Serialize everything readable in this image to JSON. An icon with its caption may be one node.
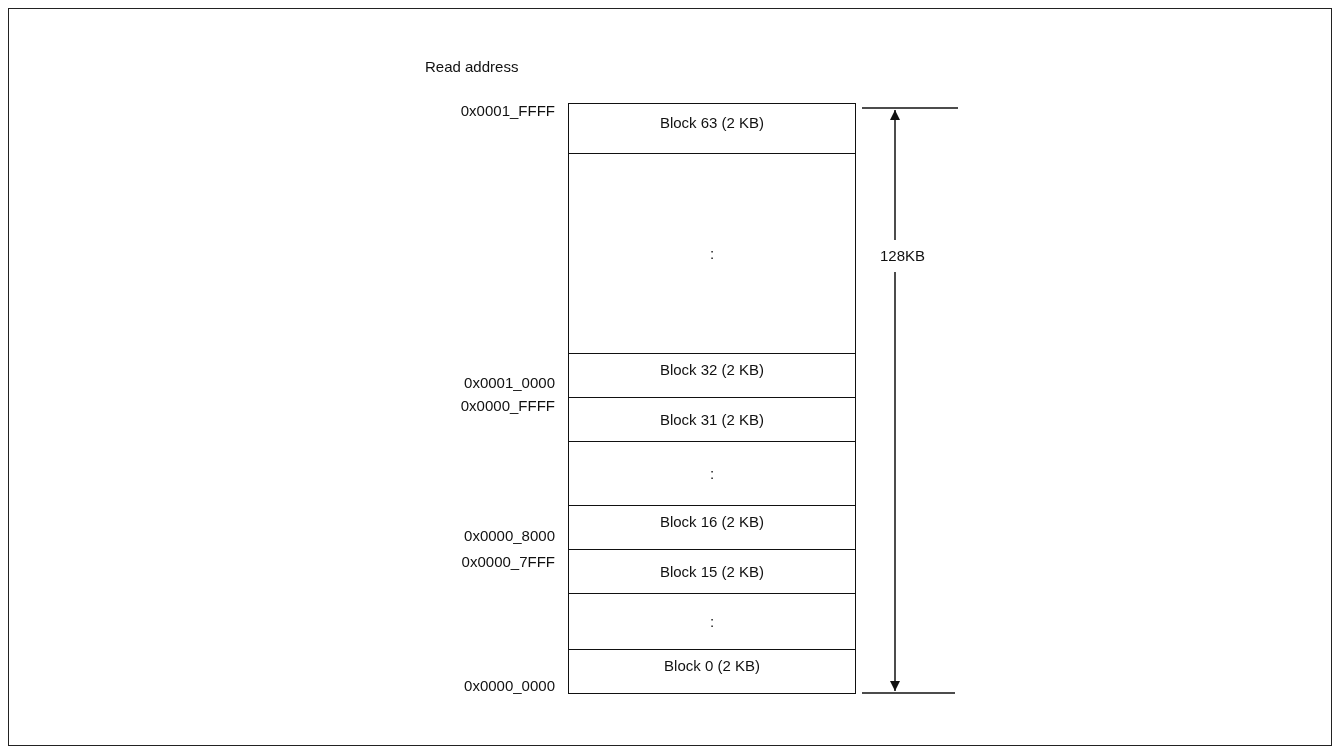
{
  "diagram": {
    "nodes": [
      {
        "text": [
          "Block 63 (2 KB)"
        ]
      },
      {
        "text": [
          ":"
        ]
      },
      {
        "text": [
          "Block 32 (2 KB)"
        ]
      },
      {
        "text": [
          "Block 31 (2 KB)"
        ]
      },
      {
        "text": [
          ":"
        ]
      },
      {
        "text": [
          "Block 16 (2 KB)"
        ]
      },
      {
        "text": [
          "Block 15 (2 KB)"
        ]
      },
      {
        "text": [
          ":"
        ]
      },
      {
        "text": [
          "Block 0 (2 KB)"
        ]
      }
    ],
    "edges": [],
    "labels": [
      "Read address",
      "0x0001_FFFF",
      "128KB",
      "0x0001_0000",
      "0x0000_FFFF",
      "0x0000_8000",
      "0x0000_7FFF",
      "0x0000_0000"
    ]
  }
}
